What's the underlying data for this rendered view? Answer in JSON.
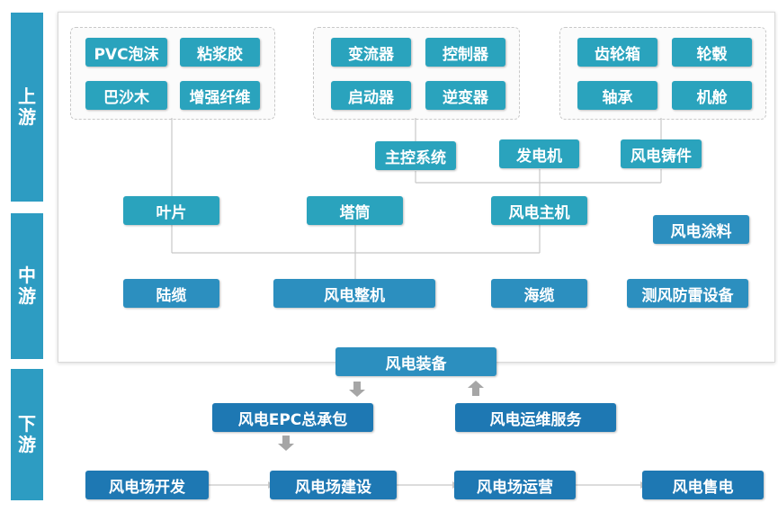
{
  "stages": {
    "upstream": [
      "上",
      "游"
    ],
    "midstream": [
      "中",
      "游"
    ],
    "downstream": [
      "下",
      "游"
    ]
  },
  "upstream": {
    "materials": [
      "PVC泡沫",
      "粘浆胶",
      "巴沙木",
      "增强纤维"
    ],
    "electrical": [
      "变流器",
      "控制器",
      "启动器",
      "逆变器"
    ],
    "mechanical": [
      "齿轮箱",
      "轮毂",
      "轴承",
      "机舱"
    ],
    "systems": [
      "主控系统",
      "发电机",
      "风电铸件"
    ]
  },
  "midstream": {
    "components": [
      "叶片",
      "塔筒",
      "风电主机",
      "风电涂料"
    ],
    "products": [
      "陆缆",
      "风电整机",
      "海缆",
      "测风防雷设备"
    ]
  },
  "downstream": {
    "equipment": "风电装备",
    "epc": "风电EPC总承包",
    "om": "风电运维服务",
    "chain": [
      "风电场开发",
      "风电场建设",
      "风电场运营",
      "风电售电"
    ]
  },
  "colors": {
    "band": "#2d9cc2",
    "node_light": "#2aa3bd",
    "node_dark": "#1e78b3",
    "line": "#c8c8c8",
    "arrow": "#a6a6a6"
  }
}
